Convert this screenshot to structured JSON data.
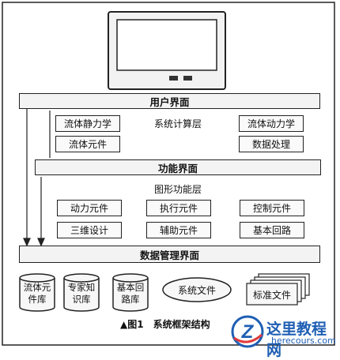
{
  "interfaces": {
    "user": "用户界面",
    "function": "功能界面",
    "data_mgmt": "数据管理界面"
  },
  "system_compute_layer": {
    "label": "系统计算层",
    "modules": [
      "流体静力学",
      "流体元件",
      "流体动力学",
      "数据处理"
    ]
  },
  "graphic_function_layer": {
    "label": "图形功能层",
    "modules": [
      "动力元件",
      "执行元件",
      "控制元件",
      "三维设计",
      "辅助元件",
      "基本回路"
    ]
  },
  "storage": {
    "databases": [
      {
        "line1": "流体元",
        "line2": "件库"
      },
      {
        "line1": "专家知",
        "line2": "识库"
      },
      {
        "line1": "基本回",
        "line2": "路库"
      }
    ],
    "system_file": "系统文件",
    "standard_file": "标准文件"
  },
  "caption": "▲图1　系统框架结构",
  "watermark": {
    "title": "这里教程网",
    "url": "herecours.com"
  }
}
